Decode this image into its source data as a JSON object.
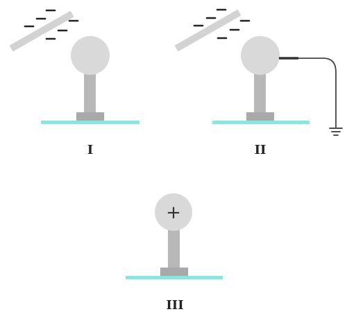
{
  "labels": {
    "panel_1": "I",
    "panel_2": "II",
    "panel_3": "III"
  },
  "charge_sign": "+",
  "colors": {
    "sphere": "#d9d9d9",
    "stand": "#b8b8b8",
    "base": "#a9a9a9",
    "table": "#8fe3dd",
    "rod": "#d3d3d3",
    "charge_mark": "#222222",
    "wire": "#444444"
  }
}
